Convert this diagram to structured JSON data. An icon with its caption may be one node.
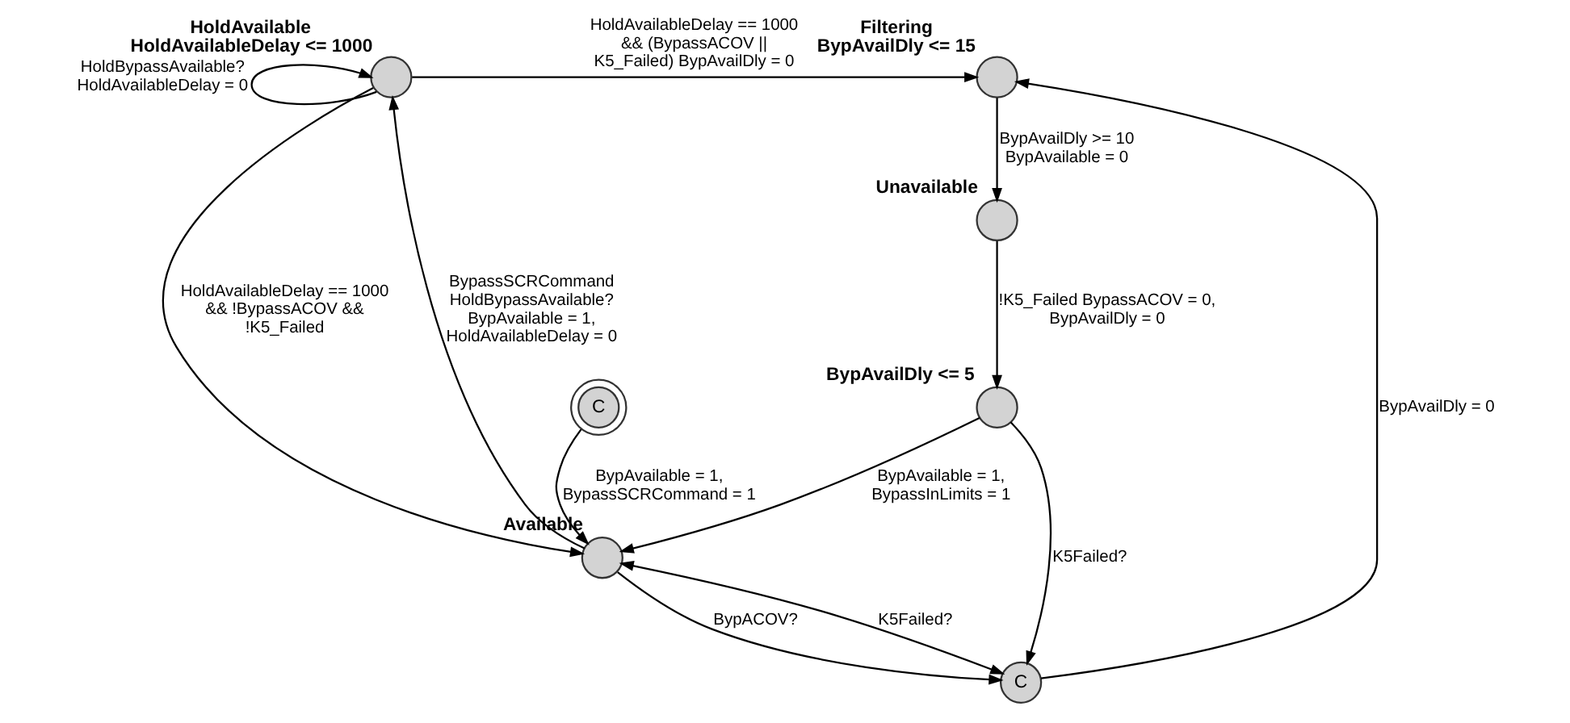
{
  "diagram": {
    "nodes": [
      {
        "text": [],
        "shape": "circle",
        "beside": [
          "HoldAvailable",
          "HoldAvailableDelay <= 1000"
        ]
      },
      {
        "text": [
          "C"
        ]
      },
      {
        "text": [],
        "shape": "circle",
        "beside": [
          "Filtering",
          "BypAvailDly <= 15"
        ]
      },
      {
        "text": [],
        "shape": "circle",
        "beside": [
          "Available"
        ]
      },
      {
        "text": [],
        "shape": "circle",
        "beside": [
          "BypAvailDly <= 5"
        ]
      },
      {
        "text": [],
        "shape": "circle",
        "beside": [
          "Unavailable"
        ]
      },
      {
        "text": [
          "C"
        ]
      }
    ],
    "edges": [
      {
        "from": 0,
        "to": 0,
        "arrow": "to",
        "label": "HoldBypassAvailable? HoldAvailableDelay = 0"
      },
      {
        "from": 0,
        "to": 2,
        "arrow": "to",
        "label": "HoldAvailableDelay == 1000 && (BypassACOV || K5_Failed) BypAvailDly = 0"
      },
      {
        "from": 3,
        "to": 0,
        "arrow": "to",
        "label": "BypassSCRCommand HoldBypassAvailable? BypAvailable = 1, HoldAvailableDelay = 0"
      },
      {
        "from": 0,
        "to": 3,
        "arrow": "to",
        "label": "HoldAvailableDelay == 1000 && !BypassACOV && !K5_Failed"
      },
      {
        "from": 3,
        "to": 1,
        "arrow": "to",
        "label": "BypACOV?"
      },
      {
        "from": 1,
        "to": 2,
        "arrow": "to",
        "label": "BypAvailDly = 0"
      },
      {
        "from": 3,
        "to": 1,
        "arrow": "both",
        "label": "K5Failed?"
      },
      {
        "from": 4,
        "to": 1,
        "arrow": "to",
        "label": "K5Failed?"
      },
      {
        "from": 2,
        "to": 5,
        "arrow": "to",
        "label": "BypAvailDly >= 10 BypAvailable = 0"
      },
      {
        "from": 5,
        "to": 4,
        "arrow": "to",
        "label": "!K5_Failed BypassACOV = 0, BypAvailDly = 0"
      },
      {
        "from": 4,
        "to": 3,
        "arrow": "to",
        "label": "BypAvailable = 1, BypassInLimits = 1"
      },
      {
        "from": 6,
        "to": 3,
        "arrow": "to",
        "label": "BypAvailable = 1, BypassSCRCommand = 1"
      }
    ]
  }
}
